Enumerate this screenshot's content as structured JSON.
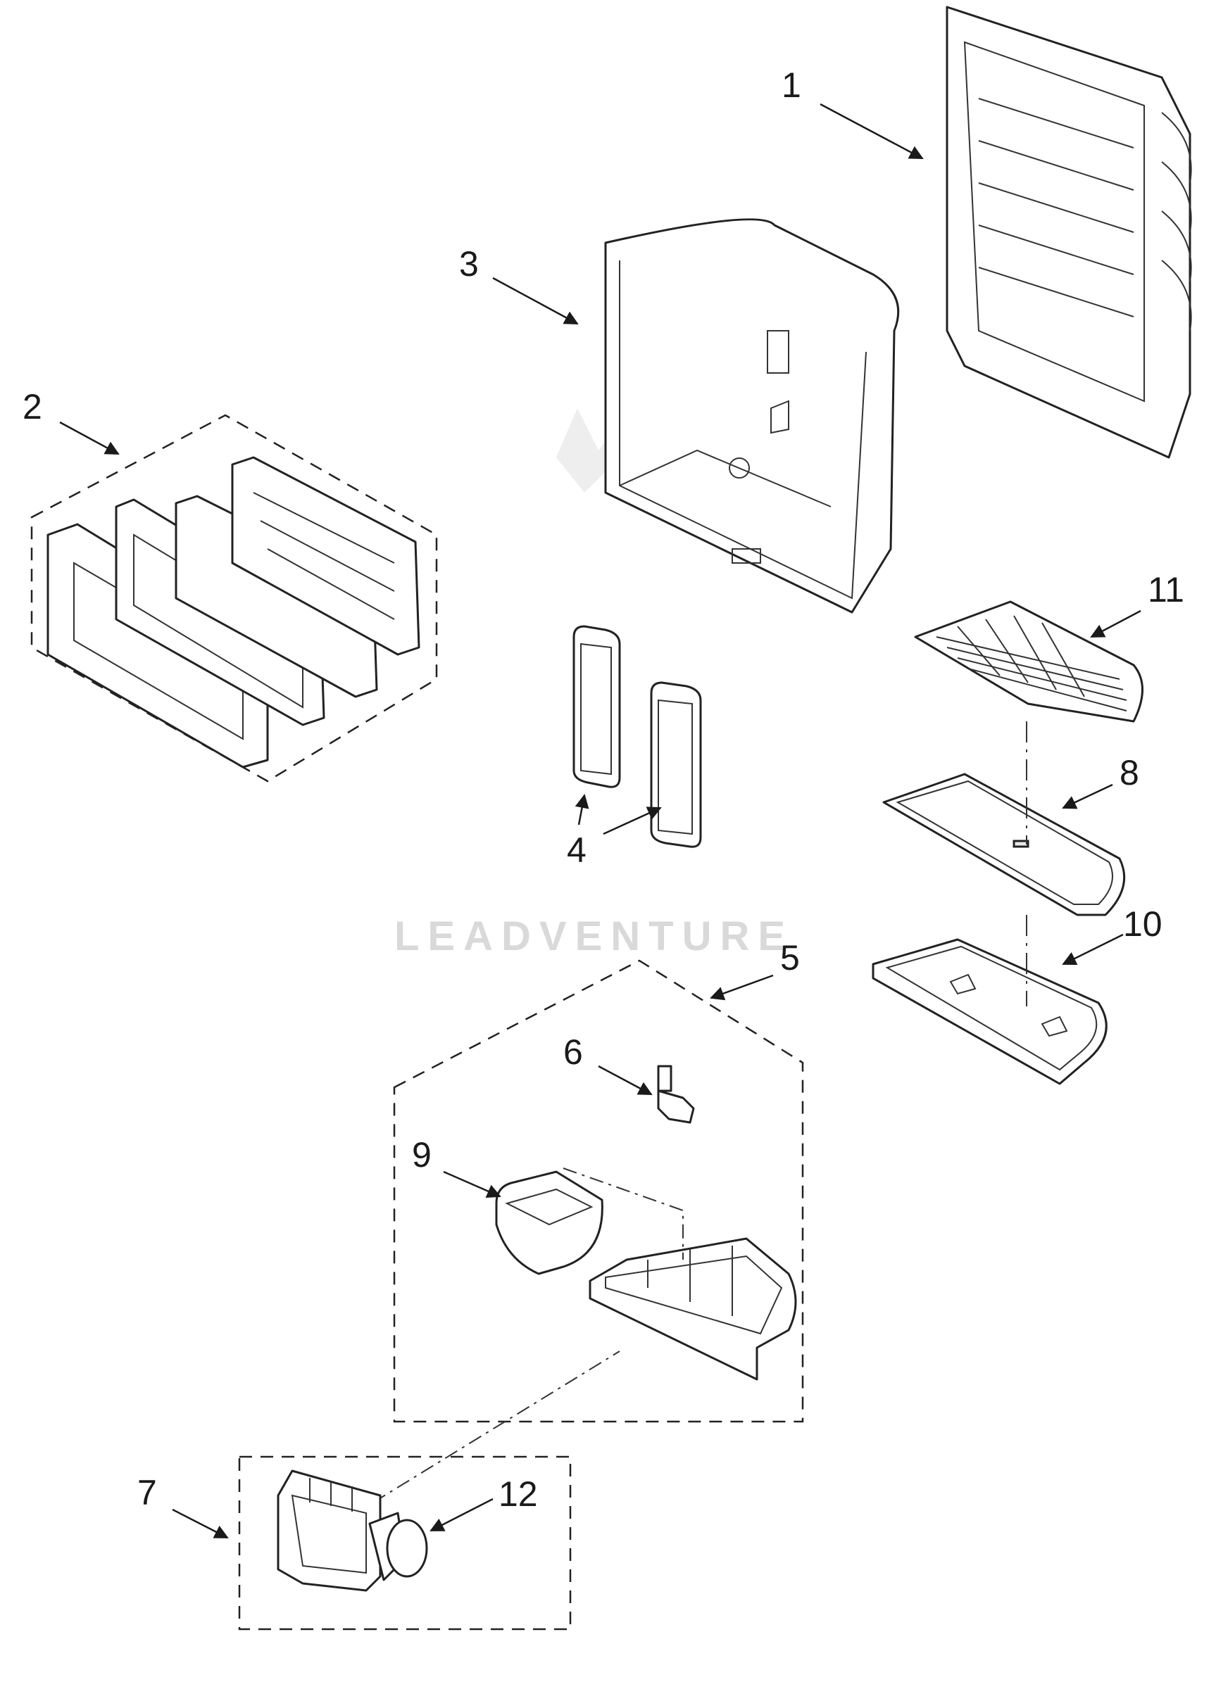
{
  "diagram": {
    "watermark": "LEADVENTURE",
    "callouts": [
      {
        "id": "1",
        "label": "1"
      },
      {
        "id": "2",
        "label": "2"
      },
      {
        "id": "3",
        "label": "3"
      },
      {
        "id": "4",
        "label": "4"
      },
      {
        "id": "5",
        "label": "5"
      },
      {
        "id": "6",
        "label": "6"
      },
      {
        "id": "7",
        "label": "7"
      },
      {
        "id": "8",
        "label": "8"
      },
      {
        "id": "9",
        "label": "9"
      },
      {
        "id": "10",
        "label": "10"
      },
      {
        "id": "11",
        "label": "11"
      },
      {
        "id": "12",
        "label": "12"
      }
    ],
    "colors": {
      "line": "#222222",
      "background": "#ffffff",
      "watermark": "#d9d9d9"
    }
  }
}
